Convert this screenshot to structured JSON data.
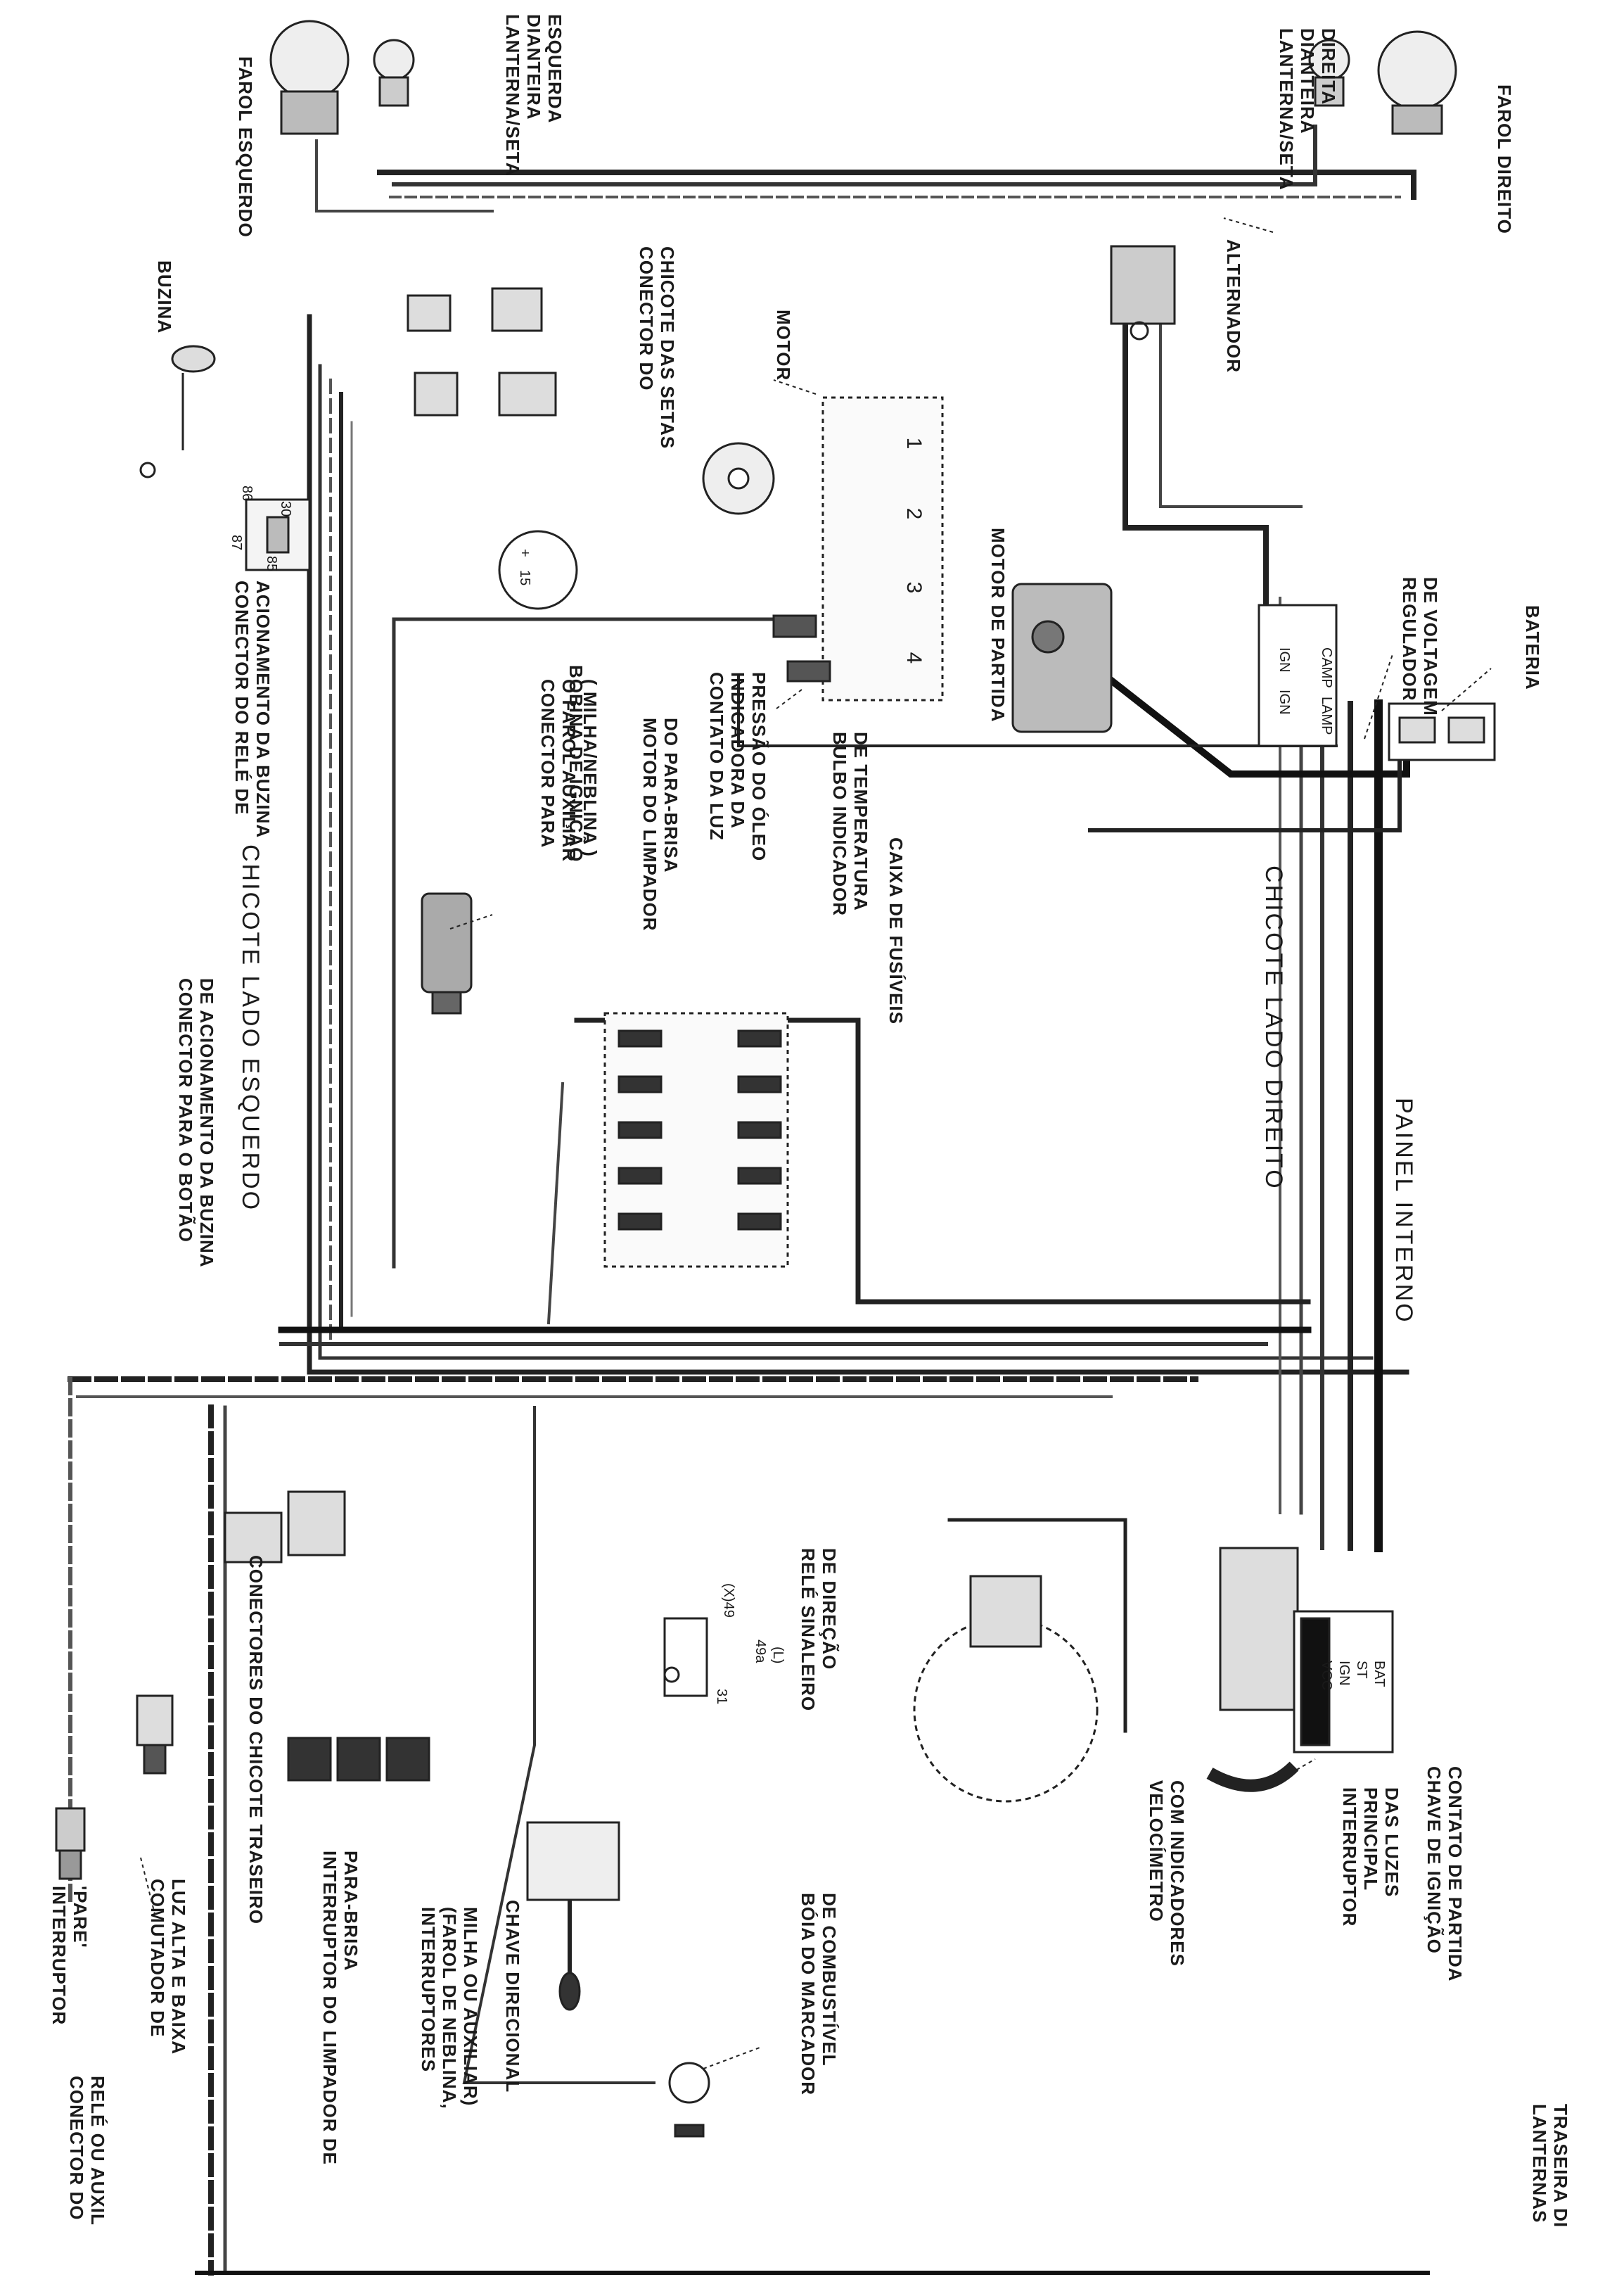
{
  "diagram": {
    "labels": {
      "lanterna_esq": [
        "LANTERNA/SETA",
        "DIANTEIRA",
        "ESQUERDA"
      ],
      "farol_esq": "FAROL ESQUERDO",
      "lanterna_dir": [
        "LANTERNA/SETA",
        "DIANTEIRA",
        "DIREITA"
      ],
      "farol_dir": "FAROL DIREITO",
      "conector_setas": [
        "CONECTOR DO",
        "CHICOTE DAS SETAS"
      ],
      "alternador": "ALTERNADOR",
      "buzina": "BUZINA",
      "motor": "MOTOR",
      "rele_buzina": [
        "CONECTOR DO RELÉ DE",
        "ACIONAMENTO DA BUZINA"
      ],
      "motor_partida": "MOTOR DE PARTIDA",
      "regulador": [
        "REGULADOR",
        "DE VOLTAGEM"
      ],
      "bateria": "BATERIA",
      "conector_farol_aux": [
        "CONECTOR PARA",
        "O FAROL AUXILIAR",
        "( MILHA/NEBLINA )"
      ],
      "bobina": "BOBINA DE IGNIÇÃO",
      "contato_luz_oleo": [
        "CONTATO DA LUZ",
        "INDICADORA DA",
        "PRESSÃO DO ÓLEO"
      ],
      "motor_limpador": [
        "MOTOR DO LIMPADOR",
        "DO PARA-BRISA"
      ],
      "bulbo_temp": [
        "BULBO INDICADOR",
        "DE TEMPERATURA"
      ],
      "caixa_fusiveis": "CAIXA DE FUSÍVEIS",
      "chicote_direito": "CHICOTE LADO DIREITO",
      "chicote_esquerdo": "CHICOTE LADO ESQUERDO",
      "painel_interno": "PAINEL INTERNO",
      "conector_botao_buzina": [
        "CONECTOR PARA O BOTÃO",
        "DE ACIONAMENTO DA BUZINA"
      ],
      "rele_sinaleiro": [
        "RELÉ SINALEIRO",
        "DE DIREÇÃO"
      ],
      "velocimetro": [
        "VELOCÍMETRO",
        "COM INDICADORES"
      ],
      "interruptor_luzes": [
        "INTERRUPTOR",
        "PRINCIPAL",
        "DAS LUZES"
      ],
      "chave_ignicao": [
        "CHAVE DE IGNIÇÃO",
        "CONTATO DE PARTIDA"
      ],
      "conectores_traseiro": "CONECTORES DO CHICOTE TRASEIRO",
      "interruptores_farol": [
        "INTERRUPTORES",
        "(FAROL DE NEBLINA,",
        "MILHA OU AUXILIAR)"
      ],
      "interruptor_limpador": [
        "INTERRUPTOR DO LIMPADOR DE",
        "PARA-BRISA"
      ],
      "chave_direcional": "CHAVE DIRECIONAL",
      "boia_combustivel": [
        "BÓIA DO MARCADOR",
        "DE COMBUSTÍVEL"
      ],
      "comutador_luz": [
        "COMUTADOR DE",
        "LUZ ALTA E BAIXA"
      ],
      "interruptor_pare": [
        "INTERRUPTOR",
        "'PARE'"
      ],
      "conector_rele_aux": [
        "CONECTOR DO",
        "RELÉ OU AUXIL"
      ],
      "lanternas_traseira": [
        "LANTERNAS",
        "TRASEIRA DI"
      ]
    },
    "terminals": {
      "ignition": [
        "BAT",
        "ST",
        "IGN",
        "VCC"
      ],
      "regulator": [
        "CAMP",
        "IGN",
        "LAMP",
        "IGN"
      ],
      "relay_horn": [
        "30",
        "86",
        "85",
        "87"
      ],
      "coil": [
        "+",
        "15"
      ],
      "relay_dir": [
        "(X)49",
        "(L)",
        "49a",
        "31"
      ],
      "cylinders": [
        "1",
        "2",
        "3",
        "4"
      ]
    }
  }
}
